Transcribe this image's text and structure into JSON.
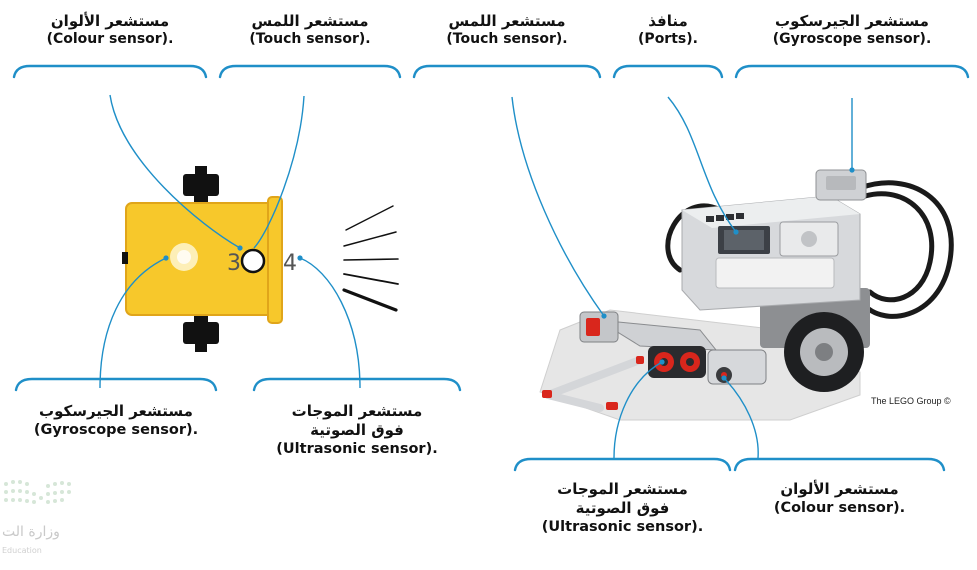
{
  "labels": {
    "top_colour": {
      "ar": "مستشعر الألوان",
      "en": "(Colour sensor)."
    },
    "top_touch_left": {
      "ar": "مستشعر اللمس",
      "en": "(Touch sensor)."
    },
    "top_touch_right": {
      "ar": "مستشعر اللمس",
      "en": "(Touch sensor)."
    },
    "top_ports": {
      "ar": "منافذ",
      "en": "(Ports)."
    },
    "top_gyro": {
      "ar": "مستشعر الجيرسكوب",
      "en": "(Gyroscope sensor)."
    },
    "bottom_gyro": {
      "ar": "مستشعر الجيرسكوب",
      "en": "(Gyroscope sensor)."
    },
    "bottom_ultra_left": {
      "ar1": "مستشعر الموجات",
      "ar2": "فوق الصوتية",
      "en": "(Ultrasonic sensor)."
    },
    "bottom_ultra_right": {
      "ar1": "مستشعر الموجات",
      "ar2": "فوق الصوتية",
      "en": "(Ultrasonic sensor)."
    },
    "bottom_colour": {
      "ar": "مستشعر الألوان",
      "en": "(Colour sensor)."
    }
  },
  "robot_ports": {
    "left": "3",
    "right": "4"
  },
  "copyright": "The LEGO Group ©",
  "ministry": {
    "text": "وزارة الت",
    "sub": "Education"
  },
  "colors": {
    "accent": "#1f8fc8",
    "robot_yellow": "#f7c82b",
    "robot_yellow_dark": "#e0a51a",
    "black": "#111111"
  }
}
